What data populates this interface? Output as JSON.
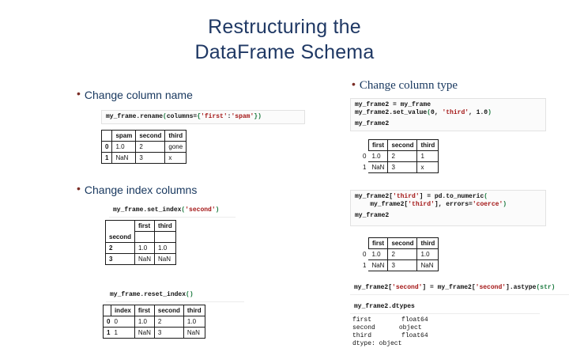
{
  "slide": {
    "title_line1": "Restructuring the",
    "title_line2": "DataFrame Schema",
    "title_color": "#1F3864",
    "bullet_color": "#7B2D26",
    "bullet_text_color": "#17375E"
  },
  "left": {
    "bullet1": "Change column name",
    "bullet2": "Change index columns",
    "code_rename": {
      "pre": "my_frame.rename",
      "paren_open": "(",
      "kw": "columns=",
      "brace_open": "{",
      "str1": "'first'",
      "colon": ":",
      "str2": "'spam'",
      "brace_close": "}",
      "paren_close": ")"
    },
    "table_rename": {
      "headers": [
        "",
        "spam",
        "second",
        "third"
      ],
      "rows": [
        [
          "0",
          "1.0",
          "2",
          "gone"
        ],
        [
          "1",
          "NaN",
          "3",
          "x"
        ]
      ]
    },
    "code_set_index": {
      "pre": "my_frame.set_index",
      "paren_open": "(",
      "str1": "'second'",
      "paren_close": ")"
    },
    "table_set_index": {
      "headers": [
        "",
        "first",
        "third"
      ],
      "index_name": "second",
      "rows": [
        [
          "2",
          "1.0",
          "1.0"
        ],
        [
          "3",
          "NaN",
          "NaN"
        ]
      ]
    },
    "code_reset_index": {
      "pre": "my_frame.reset_index",
      "paren_open": "()",
      "paren_close": ""
    },
    "table_reset_index": {
      "headers": [
        "",
        "index",
        "first",
        "second",
        "third"
      ],
      "rows": [
        [
          "0",
          "0",
          "1.0",
          "2",
          "1.0"
        ],
        [
          "1",
          "1",
          "NaN",
          "3",
          "NaN"
        ]
      ]
    }
  },
  "right": {
    "bullet1": "Change column type",
    "code_set_value": {
      "line1": "my_frame2 = my_frame",
      "line2_pre": "my_frame2.set_value",
      "line2_paren": "(",
      "line2_arg0": "0, ",
      "line2_str": "'third'",
      "line2_rest": ", 1.0",
      "line2_close": ")",
      "line3": "my_frame2"
    },
    "table_after_setvalue": {
      "headers": [
        "",
        "first",
        "second",
        "third"
      ],
      "rows": [
        [
          "0",
          "1.0",
          "2",
          "1"
        ],
        [
          "1",
          "NaN",
          "3",
          "x"
        ]
      ]
    },
    "code_to_numeric": {
      "l1_a": "my_frame2[",
      "l1_str": "'third'",
      "l1_b": "] = pd.to_numeric",
      "l1_paren": "(",
      "l2_a": "    my_frame2[",
      "l2_str": "'third'",
      "l2_b": "], errors=",
      "l2_str2": "'coerce'",
      "l2_close": ")",
      "l3": "my_frame2"
    },
    "table_after_numeric": {
      "headers": [
        "",
        "first",
        "second",
        "third"
      ],
      "rows": [
        [
          "0",
          "1.0",
          "2",
          "1.0"
        ],
        [
          "1",
          "NaN",
          "3",
          "NaN"
        ]
      ]
    },
    "code_astype": {
      "a": "my_frame2[",
      "s1": "'second'",
      "b": "] = my_frame2[",
      "s2": "'second'",
      "c": "].astype",
      "paren": "(",
      "builtin": "str",
      "paren_close": ")"
    },
    "code_dtypes": "my_frame2.dtypes",
    "dtypes_output": {
      "rows": [
        {
          "name": "first",
          "value": "float64"
        },
        {
          "name": "second",
          "value": "object"
        },
        {
          "name": "third",
          "value": "float64"
        }
      ],
      "footer": "dtype: object"
    }
  }
}
